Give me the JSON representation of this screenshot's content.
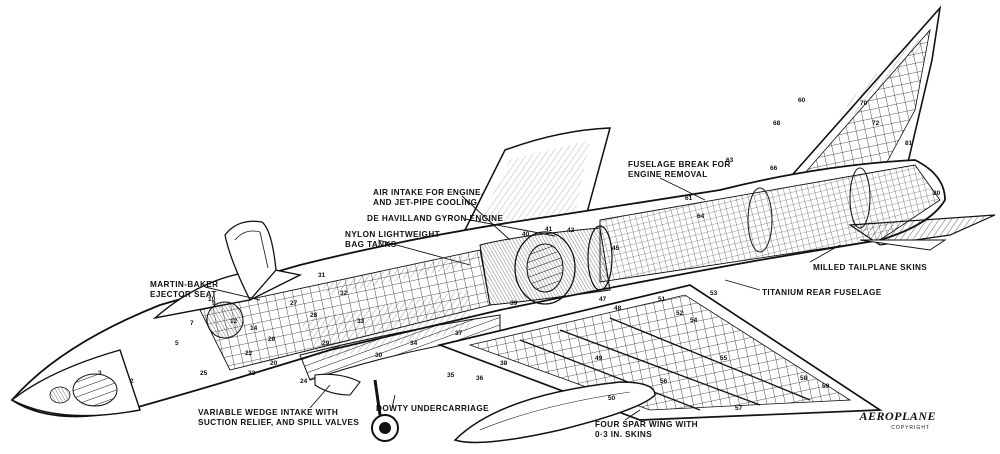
{
  "labels": {
    "air_intake_line1": "AIR INTAKE FOR ENGINE,",
    "air_intake_line2": "AND JET-PIPE COOLING",
    "gyron_engine": "DE HAVILLAND GYRON ENGINE",
    "nylon_tanks_line1": "NYLON LIGHTWEIGHT",
    "nylon_tanks_line2": "BAG TANKS",
    "ejector_seat_line1": "MARTIN-BAKER",
    "ejector_seat_line2": "EJECTOR SEAT",
    "fuselage_break_line1": "FUSELAGE BREAK FOR",
    "fuselage_break_line2": "ENGINE REMOVAL",
    "milled_tailplane": "MILLED TAILPLANE SKINS",
    "titanium_rear": "TITANIUM REAR FUSELAGE",
    "wedge_intake_line1": "VARIABLE WEDGE INTAKE WITH",
    "wedge_intake_line2": "SUCTION RELIEF, AND SPILL VALVES",
    "undercarriage": "DOWTY UNDERCARRIAGE",
    "wing_line1": "FOUR SPAR WING WITH",
    "wing_line2": "0·3 IN. SKINS"
  },
  "numbers": [
    "60",
    "68",
    "70",
    "72",
    "81",
    "80",
    "63",
    "66",
    "64",
    "61",
    "31",
    "32",
    "33",
    "45",
    "47",
    "48",
    "49",
    "50",
    "51",
    "52",
    "53",
    "54",
    "55",
    "56",
    "57",
    "58",
    "59",
    "34",
    "35",
    "36",
    "37",
    "38",
    "39",
    "40",
    "41",
    "42",
    "20",
    "22",
    "23",
    "24",
    "25",
    "26",
    "27",
    "28",
    "29",
    "30",
    "2",
    "3",
    "5",
    "7",
    "9",
    "10",
    "12",
    "14"
  ],
  "logo": {
    "title": "AEROPLANE",
    "subtitle": "COPYRIGHT"
  }
}
